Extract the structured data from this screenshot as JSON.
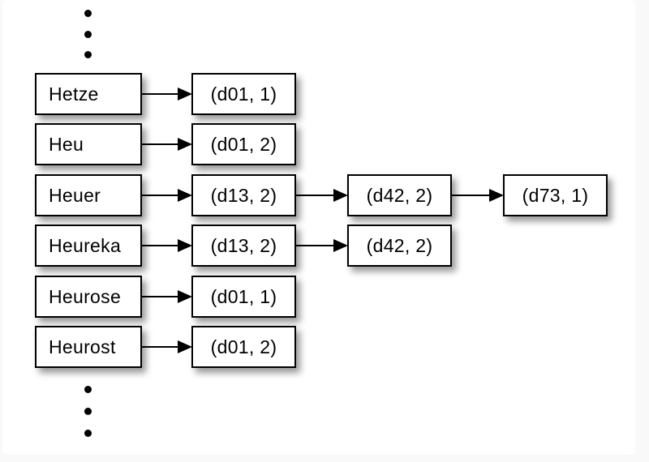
{
  "page": {
    "background_color": "#f9f9f9",
    "canvas_color": "#ffffff"
  },
  "diagram": {
    "title": "dictionary-with-posting-lists",
    "box_fill_color": "#ffffff",
    "box_border_color": "#000000",
    "text_color": "#000000",
    "arrow_color": "#000000",
    "ellipsis_top_dot_count": 3,
    "ellipsis_bottom_dot_count": 3,
    "rows": [
      {
        "term": "Hetze",
        "postings": [
          "(d01, 1)"
        ]
      },
      {
        "term": "Heu",
        "postings": [
          "(d01, 2)"
        ]
      },
      {
        "term": "Heuer",
        "postings": [
          "(d13, 2)",
          "(d42, 2)",
          "(d73, 1)"
        ]
      },
      {
        "term": "Heureka",
        "postings": [
          "(d13, 2)",
          "(d42, 2)"
        ]
      },
      {
        "term": "Heurose",
        "postings": [
          "(d01, 1)"
        ]
      },
      {
        "term": "Heurost",
        "postings": [
          "(d01, 2)"
        ]
      }
    ]
  }
}
